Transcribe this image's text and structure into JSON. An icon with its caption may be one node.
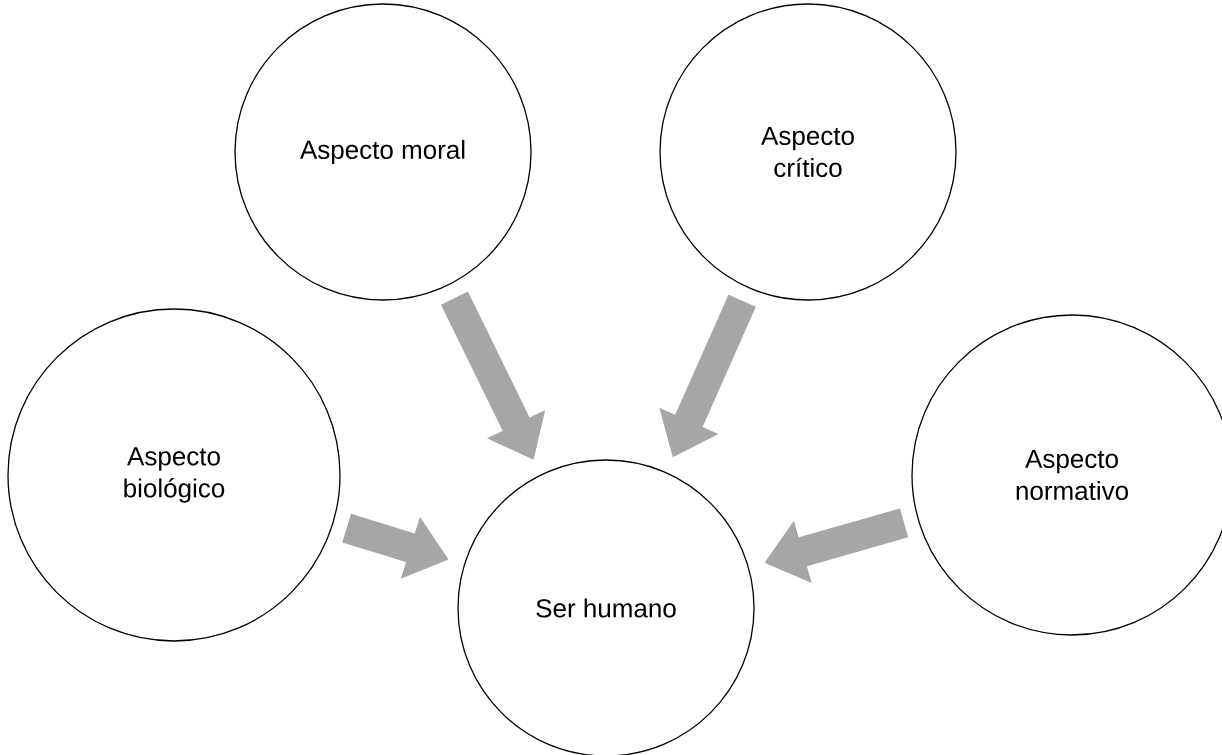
{
  "diagram": {
    "nodes": [
      {
        "text": [
          "Aspecto moral"
        ]
      },
      {
        "text": [
          "Aspecto crítico"
        ]
      },
      {
        "text": [
          "Aspecto biológico"
        ]
      },
      {
        "text": [
          "Ser humano"
        ]
      },
      {
        "text": [
          "Aspecto normativo"
        ]
      }
    ],
    "edges": [
      {
        "from": 0,
        "to": 3,
        "arrow": "to"
      },
      {
        "from": 1,
        "to": 3,
        "arrow": "to"
      },
      {
        "from": 2,
        "to": 3,
        "arrow": "to"
      },
      {
        "from": 4,
        "to": 3,
        "arrow": "to"
      }
    ]
  }
}
